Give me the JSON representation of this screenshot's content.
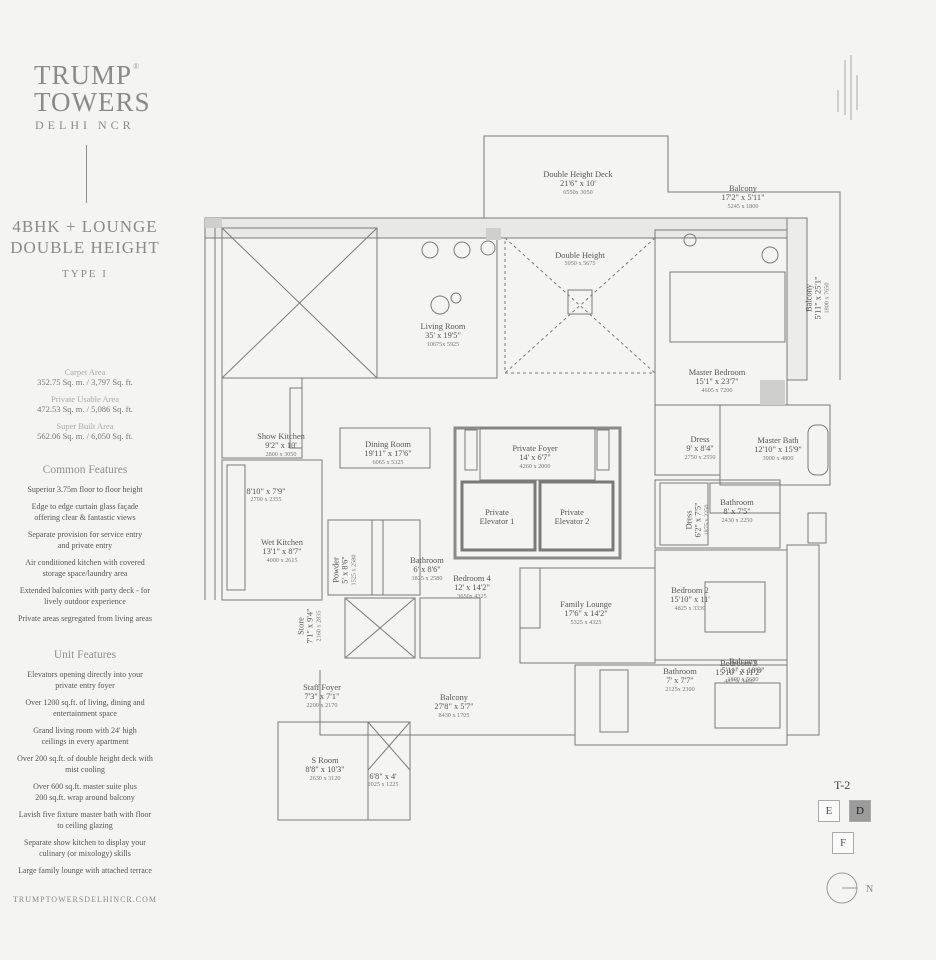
{
  "brand": {
    "line1": "TRUMP",
    "line2": "TOWERS",
    "line3": "DELHI NCR",
    "reg": "®"
  },
  "unit": {
    "title1": "4BHK + LOUNGE",
    "title2": "DOUBLE HEIGHT",
    "type": "TYPE I"
  },
  "areas": [
    {
      "label": "Carpet Area",
      "value": "352.75 Sq. m. / 3,797 Sq. ft."
    },
    {
      "label": "Private Usable Area",
      "value": "472.53 Sq. m. / 5,086 Sq. ft."
    },
    {
      "label": "Super Built Area",
      "value": "562.06 Sq. m. / 6,050 Sq. ft."
    }
  ],
  "common_features": {
    "heading": "Common Features",
    "items": [
      [
        "Superior 3.75m floor to floor height"
      ],
      [
        "Edge to edge curtain glass façade",
        "offering clear & fantastic views"
      ],
      [
        "Separate provision for service entry",
        "and private entry"
      ],
      [
        "Air conditioned kitchen with covered",
        "storage space/laundry area"
      ],
      [
        "Extended balconies with party deck - for",
        "lively outdoor experience"
      ],
      [
        "Private areas segregated from living areas"
      ]
    ]
  },
  "unit_features": {
    "heading": "Unit Features",
    "items": [
      [
        "Elevators opening directly into your",
        "private entry foyer"
      ],
      [
        "Over 1200 sq.ft. of living, dining and",
        "entertainment space"
      ],
      [
        "Grand living room with 24' high",
        "ceilings in every apartment"
      ],
      [
        "Over 200 sq.ft. of double height deck with",
        "mist cooling"
      ],
      [
        "Over 600 sq.ft. master suite plus",
        "200 sq.ft. wrap around balcony"
      ],
      [
        "Lavish five fixture master bath with floor",
        "to ceiling glazing"
      ],
      [
        "Separate show kitchen to display your",
        "culinary (or mixology) skills"
      ],
      [
        "Large family lounge with attached terrace"
      ]
    ]
  },
  "website": "TRUMPTOWERSDELHINCR.COM",
  "rooms": [
    {
      "name": "Double Height Deck",
      "dim": "21'6\" x 10'",
      "mm": "6550x 3050"
    },
    {
      "name": "Balcony",
      "dim": "17'2\" x 5'11\"",
      "mm": "5245 x 1800"
    },
    {
      "name": "Double Height",
      "dim": "",
      "mm": "5950 x 5675"
    },
    {
      "name": "Living Room",
      "dim": "35' x 19'5\"",
      "mm": "10675x 5925"
    },
    {
      "name": "Balcony",
      "dim": "5'11\" x 25'1\"",
      "mm": "1800 x 7650"
    },
    {
      "name": "Master Bedroom",
      "dim": "15'1\" x 23'7\"",
      "mm": "4605 x 7200"
    },
    {
      "name": "Show Kitchen",
      "dim": "9'2\" x 10'",
      "mm": "2800 x 3050"
    },
    {
      "name": "Dining Room",
      "dim": "19'11\" x 17'6\"",
      "mm": "6065 x 5325"
    },
    {
      "name": "Private Foyer",
      "dim": "14' x 6'7\"",
      "mm": "4260 x 2000"
    },
    {
      "name": "Dress",
      "dim": "9' x 8'4\"",
      "mm": "2750 x 2550"
    },
    {
      "name": "Master Bath",
      "dim": "12'10\" x 15'9\"",
      "mm": "3900 x 4800"
    },
    {
      "name": "",
      "dim": "8'10\" x 7'9\"",
      "mm": "2700 x 2355"
    },
    {
      "name": "Private",
      "name2": "Elevator 1",
      "dim": "",
      "mm": ""
    },
    {
      "name": "Private",
      "name2": "Elevator 2",
      "dim": "",
      "mm": ""
    },
    {
      "name": "Bathroom",
      "dim": "8' x 7'5\"",
      "mm": "2430 x 2250"
    },
    {
      "name": "Wet Kitchen",
      "dim": "13'1\" x 8'7\"",
      "mm": "4000 x 2615"
    },
    {
      "name": "Bathroom",
      "dim": "6' x 8'6\"",
      "mm": "1825 x 2580"
    },
    {
      "name": "Bedroom 4",
      "dim": "12' x 14'2\"",
      "mm": "3650x 4325"
    },
    {
      "name": "Family Lounge",
      "dim": "17'6\" x 14'2\"",
      "mm": "5325 x 4325"
    },
    {
      "name": "Bedroom 2",
      "dim": "15'10\" x 11'",
      "mm": "4825 x 3330"
    },
    {
      "name": "Balcony",
      "dim": "5'11\" x 18'8\"",
      "mm": "1800 x 5680"
    },
    {
      "name": "Bedroom 3",
      "dim": "15'10\" x 11'2\"",
      "mm": "4825x 3400"
    },
    {
      "name": "Bathroom",
      "dim": "7' x 7'7\"",
      "mm": "2125x 2300"
    },
    {
      "name": "Staff Foyer",
      "dim": "7'3\" x 7'1\"",
      "mm": "2200 x 2170"
    },
    {
      "name": "Balcony",
      "dim": "27'8\" x 5'7\"",
      "mm": "8430 x 1705"
    },
    {
      "name": "S Room",
      "dim": "8'8\" x 10'3\"",
      "mm": "2630 x 3120"
    },
    {
      "name": "",
      "dim": "6'8\" x 4'",
      "mm": "2025 x 1225"
    }
  ],
  "vertical_rooms": [
    {
      "name": "Powder",
      "dim": "5' x 8'6\"",
      "mm": "1525 x 2580"
    },
    {
      "name": "Store",
      "dim": "7'1\" x 9'4\"",
      "mm": "2160 x 2835"
    },
    {
      "name": "Dress",
      "dim": "6'2\" x 7'5\"",
      "mm": "1875 x 2250"
    }
  ],
  "key_plan": {
    "tower": "T-2",
    "cells": [
      "E",
      "D",
      "F"
    ],
    "north": "N"
  }
}
